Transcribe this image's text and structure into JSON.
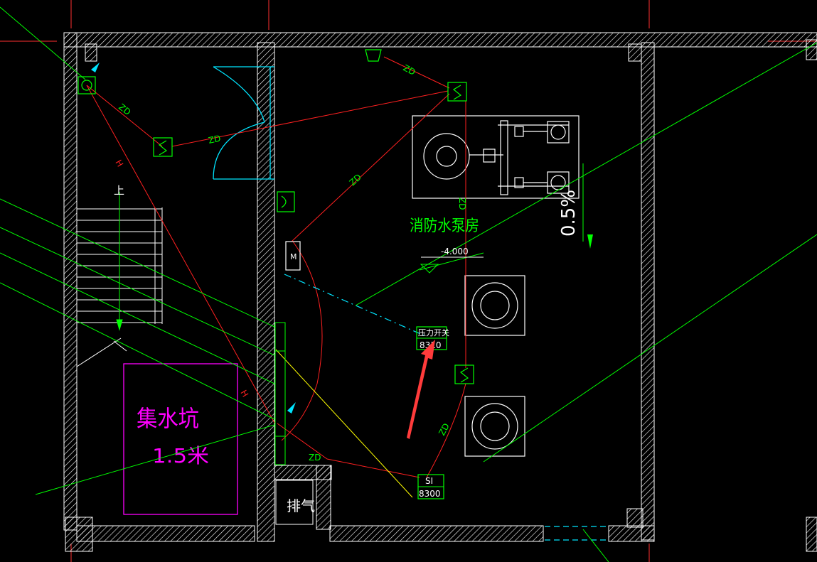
{
  "colors": {
    "background": "#000000",
    "wall": "#ffffff",
    "pipe": "#ff2020",
    "grid": "#ff3030",
    "wire": "#00ff00",
    "room_label": "#00ff00",
    "pit": "#ff00ff",
    "door": "#00e5ff",
    "arrow": "#ff3b3b",
    "dash": "#00e5ff",
    "signal": "#ffff00"
  },
  "labels": {
    "pump_room": "消防水泵房",
    "pit_title": "集水坑",
    "pit_depth": "1.5米",
    "exhaust": "排气",
    "stair_up": "上",
    "level": "-4.000",
    "slope": "0.5%",
    "pressure_switch": "压力开关",
    "pressure_switch_code": "8310",
    "si_tag": "SI",
    "si_code": "8300",
    "motor_tag": "M",
    "h_tag": "H",
    "pipe_tag": "ZD"
  }
}
